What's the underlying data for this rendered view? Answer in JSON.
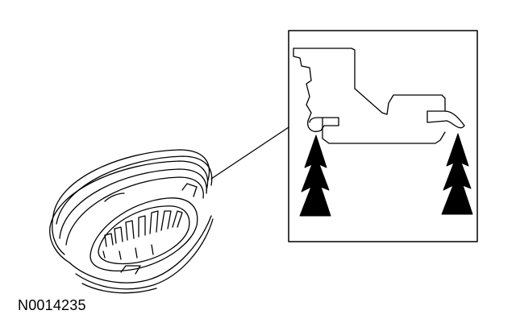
{
  "figure": {
    "id_label": "N0014235",
    "line_color": "#000000",
    "background": "#ffffff"
  },
  "parts": {
    "component": "synchronizer-sleeve",
    "detail_view": "sleeve-cross-section",
    "markers": [
      "arrow-up-icon",
      "arrow-up-icon"
    ]
  }
}
